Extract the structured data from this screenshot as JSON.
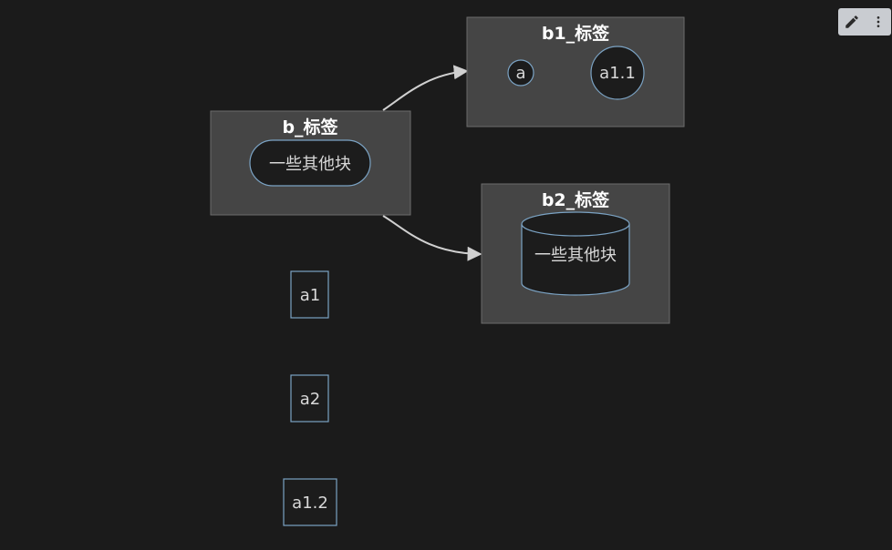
{
  "diagram": {
    "clusters": {
      "b": {
        "title": "b_标签"
      },
      "b1": {
        "title": "b1_标签"
      },
      "b2": {
        "title": "b2_标签"
      }
    },
    "nodes": {
      "b_stadium": "一些其他块",
      "b1_circle_a": "a",
      "b1_circle_a11": "a1.1",
      "b2_cylinder": "一些其他块",
      "a1": "a1",
      "a2": "a2",
      "a12": "a1.2"
    },
    "edges": [
      {
        "from": "b_标签",
        "to": "b1_标签"
      },
      {
        "from": "b_标签",
        "to": "b2_标签"
      }
    ]
  },
  "toolbar": {
    "edit_icon": "pencil-icon",
    "more_icon": "more-vertical-icon"
  },
  "colors": {
    "background": "#1b1b1b",
    "cluster_fill": "#454545",
    "cluster_stroke": "#6c6c6c",
    "node_stroke": "#7ba3c4",
    "edge": "#d0d0d0"
  }
}
